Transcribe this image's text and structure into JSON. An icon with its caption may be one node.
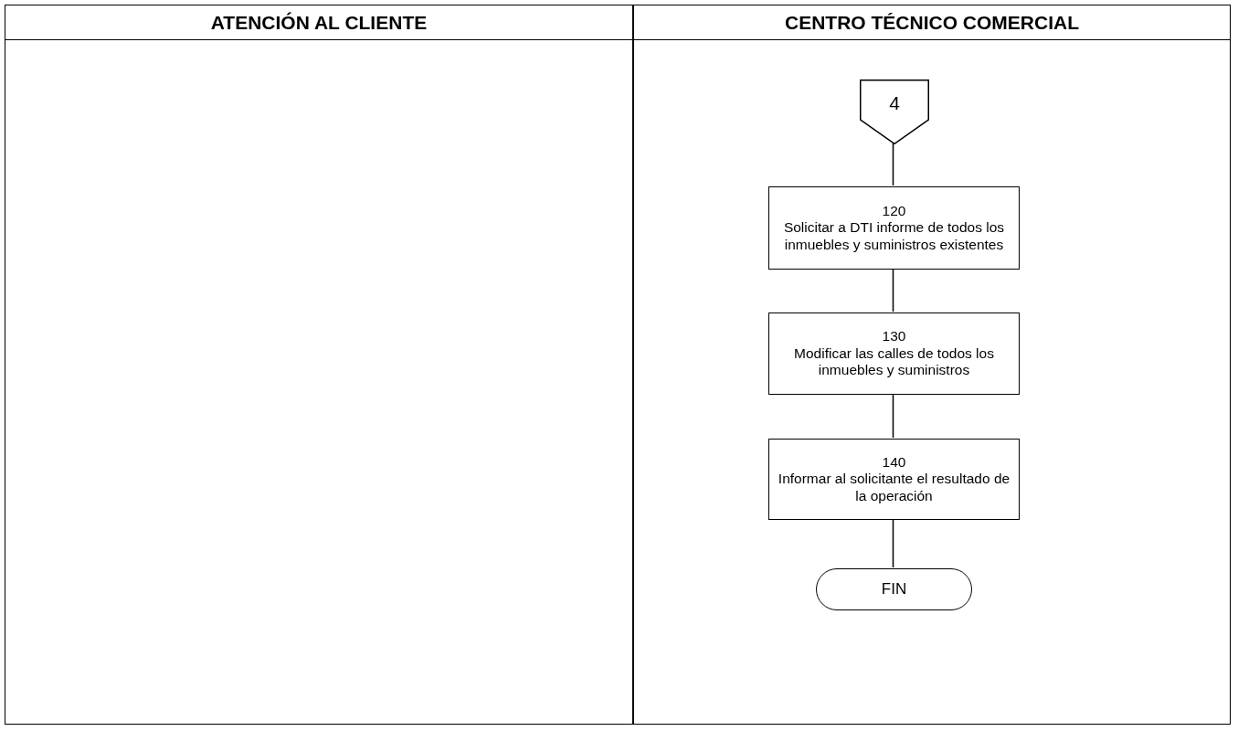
{
  "diagram": {
    "nodes": [
      {
        "text": [
          "ATENCIÓN AL CLIENTE"
        ]
      },
      {
        "text": [
          "CENTRO TÉCNICO COMERCIAL"
        ]
      },
      {
        "text": [
          "4"
        ],
        "in": 1
      },
      {
        "text": [
          "120",
          "Solicitar a DTI informe de todos los inmuebles y suministros existentes"
        ],
        "in": 1
      },
      {
        "text": [
          "130",
          "Modificar las calles de todos los inmuebles y suministros"
        ],
        "in": 1
      },
      {
        "text": [
          "140",
          "Informar al solicitante el resultado de la operación"
        ],
        "in": 1
      },
      {
        "text": [
          "FIN"
        ],
        "in": 1
      }
    ],
    "edges": [
      {
        "from": 2,
        "to": 3,
        "arrow": "none"
      },
      {
        "from": 3,
        "to": 4,
        "arrow": "none"
      },
      {
        "from": 4,
        "to": 5,
        "arrow": "none"
      },
      {
        "from": 5,
        "to": 6,
        "arrow": "none"
      }
    ]
  }
}
